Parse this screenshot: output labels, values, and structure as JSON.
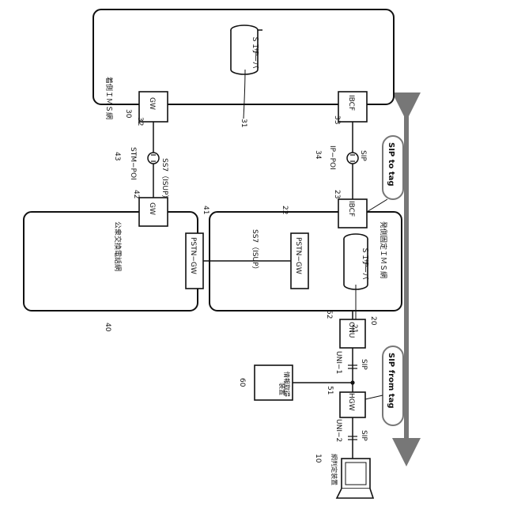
{
  "networks": {
    "dest_ims": "着側ＩＭＳ網",
    "pstn": "公衆交換電話網",
    "orig_ims": "発側固定ＩＭＳ網"
  },
  "nodes": {
    "gw_dest": "GW",
    "gw_pstn": "GW",
    "ibcf_dest": "IBCF",
    "ibcf_orig": "IBCF",
    "pstn_gw_pstn": "PSTN−GW",
    "pstn_gw_orig": "PSTN−GW",
    "onu": "ONU",
    "hgw": "HGW",
    "sip_server_dest": [
      "ＳＩＰ",
      "サーバ"
    ],
    "sip_server_orig": [
      "ＳＩＰ",
      "サーバ"
    ],
    "info_device": [
      "情報取得",
      "装置"
    ],
    "terminal": "網判定装置"
  },
  "interfaces": {
    "stm_poi": "STM−POI",
    "ss7_isup_top": "SS7（ISUP）",
    "ss7_isup_mid": "SS7（ISUP）",
    "ip_poi": "IP−POI",
    "sip_poi": "SIP",
    "uni1": "UNI−1",
    "sip_uni1": "SIP",
    "uni2": "UNI−2",
    "sip_uni2": "SIP"
  },
  "callouts": {
    "sip_to_tag": "SIP to tag",
    "sip_from_tag": "SIP from tag"
  },
  "refs": {
    "r30": "30",
    "r32": "32",
    "r31": "31",
    "r33": "33",
    "r43": "43",
    "r34": "34",
    "r42": "42",
    "r41": "41",
    "r22": "22",
    "r23": "23",
    "r40": "40",
    "r52": "52",
    "r21": "21",
    "r20": "20",
    "r60": "60",
    "r51": "51",
    "r10": "10"
  }
}
